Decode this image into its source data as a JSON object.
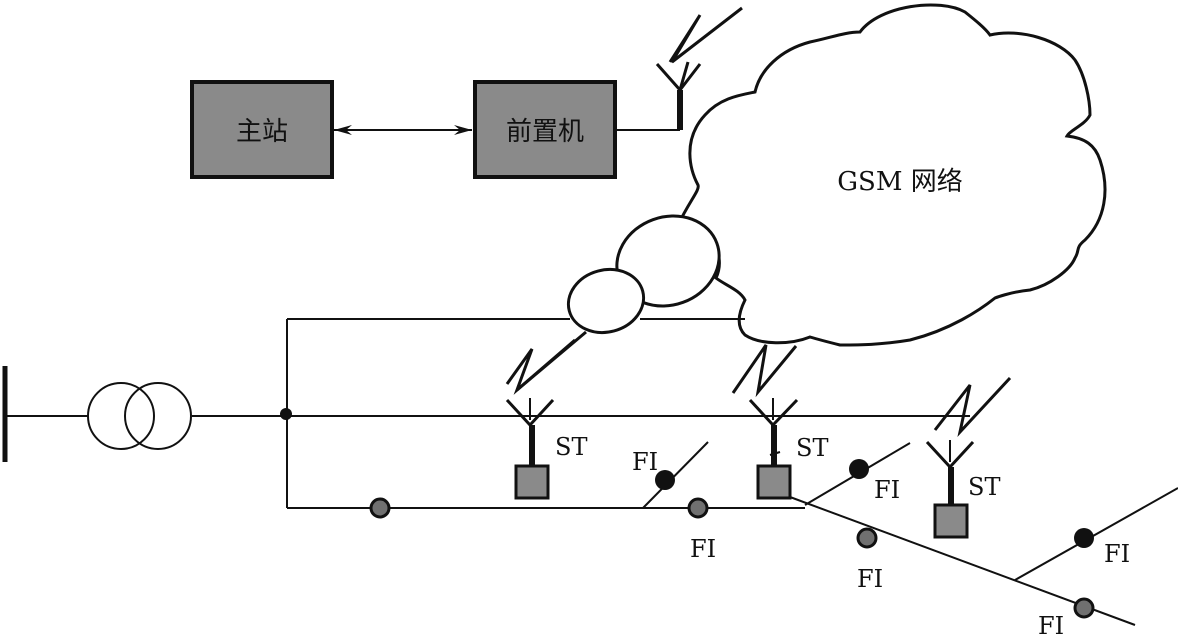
{
  "master_station": {
    "label": "主站",
    "fill": "#8a8a8a"
  },
  "front_end": {
    "label": "前置机",
    "fill": "#8a8a8a"
  },
  "network": {
    "label": "GSM 网络"
  },
  "terminal_label": "ST",
  "terminals": [
    {
      "label": "ST",
      "fill": "#8a8a8a"
    },
    {
      "label": "ST",
      "fill": "#8a8a8a"
    },
    {
      "label": "ST",
      "fill": "#8a8a8a"
    }
  ],
  "fault_indicator_label": "FI",
  "fault_indicators": [
    {
      "label": "",
      "state": "gray"
    },
    {
      "label": "FI",
      "state": "black"
    },
    {
      "label": "FI",
      "state": "gray"
    },
    {
      "label": "FI",
      "state": "black"
    },
    {
      "label": "FI",
      "state": "gray"
    },
    {
      "label": "FI",
      "state": "black"
    },
    {
      "label": "FI",
      "state": "gray"
    }
  ],
  "colors": {
    "gray_fi": "#707070",
    "black_fi": "#111111",
    "box": "#8a8a8a"
  }
}
